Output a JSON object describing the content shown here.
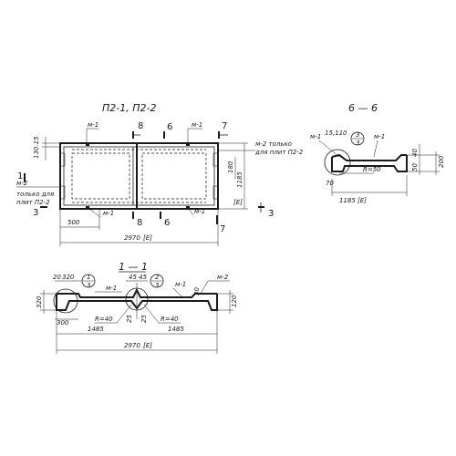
{
  "plan": {
    "title": "П2-1, П2-2",
    "marks": {
      "m1": "м-1",
      "m2": "м-2"
    },
    "note_m2_right_a": "м-2 только",
    "note_m2_right_b": "для плит П2-2",
    "note_m2_left_a": "только для",
    "note_m2_left_b": "плит П2-2",
    "cut_8": "8",
    "cut_6": "6",
    "cut_7": "7",
    "cut_1": "1",
    "cut_3": "3",
    "dim_top_left": "130.15",
    "dim_height": "1185",
    "dim_inner": "180",
    "dim_500": "500",
    "dim_total": "2970",
    "ref_mark": "[Е]"
  },
  "section11": {
    "title": "1 — 1",
    "dim_20": "20",
    "dim_320": "320",
    "dim_45a": "45",
    "dim_45b": "45",
    "dim_30": "30",
    "dim_300": "300",
    "dim_320v": "320",
    "dim_120": "120",
    "radius_a": "R=40",
    "radius_b": "R=40",
    "dim_25a": "25",
    "dim_25b": "25",
    "dim_half_a": "1485",
    "dim_half_b": "1485",
    "dim_total": "2970",
    "callout_1": "1",
    "callout_3": "3",
    "callout_2": "2",
    "callout_3b": "3",
    "mark_m1": "м-1",
    "mark_m2": "м-2",
    "ref_mark": "[Е]"
  },
  "section66": {
    "title": "6 — 6",
    "mark_m1a": "м-1",
    "mark_m1b": "м-1",
    "dim_top": "15,110",
    "radius": "R=50",
    "dim_70": "70",
    "dim_1185": "1185",
    "dim_200": "200",
    "dim_right_a": "40",
    "dim_right_b": "50",
    "callout_top": "3",
    "callout_bottom": "3",
    "ref_mark": "[Е]"
  }
}
